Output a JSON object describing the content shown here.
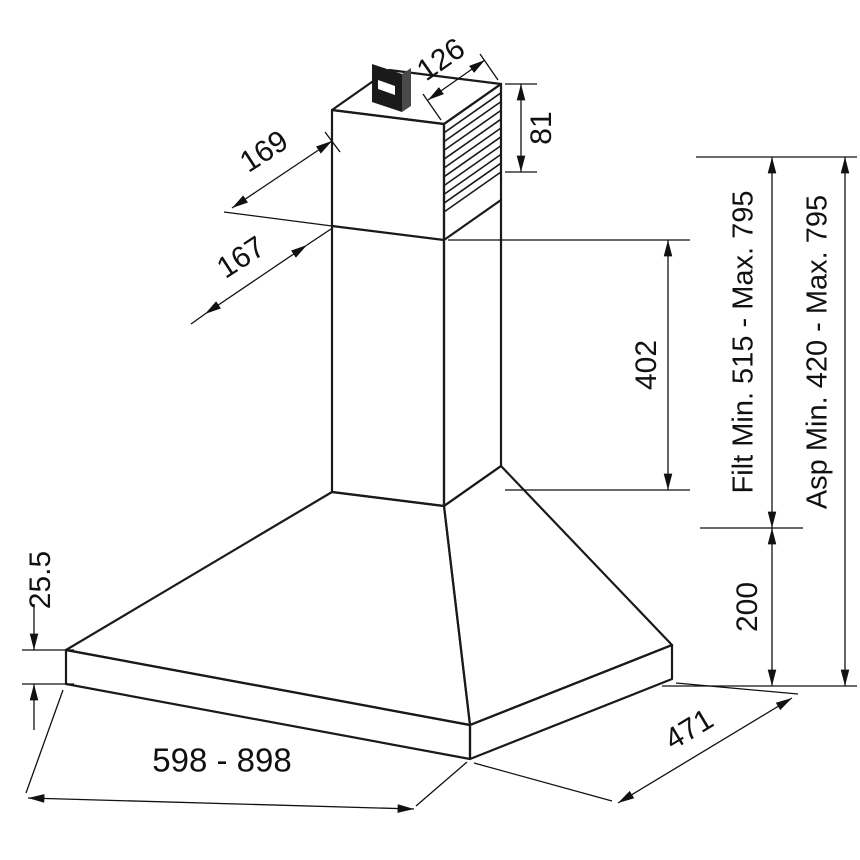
{
  "diagram": {
    "colors": {
      "line": "#1a1a1a",
      "background": "#ffffff"
    },
    "labels": {
      "duct_top_depth": "126",
      "grille_height": "81",
      "upper_chimney_depth": "169",
      "lower_chimney_depth": "167",
      "chimney_height": "402",
      "filter_mode_height": "Filt Min. 515 - Max. 795",
      "extraction_mode_height": "Asp Min. 420 - Max. 795",
      "canopy_height": "200",
      "rim_height": "25.5",
      "hood_width": "598 - 898",
      "hood_depth": "471"
    }
  }
}
